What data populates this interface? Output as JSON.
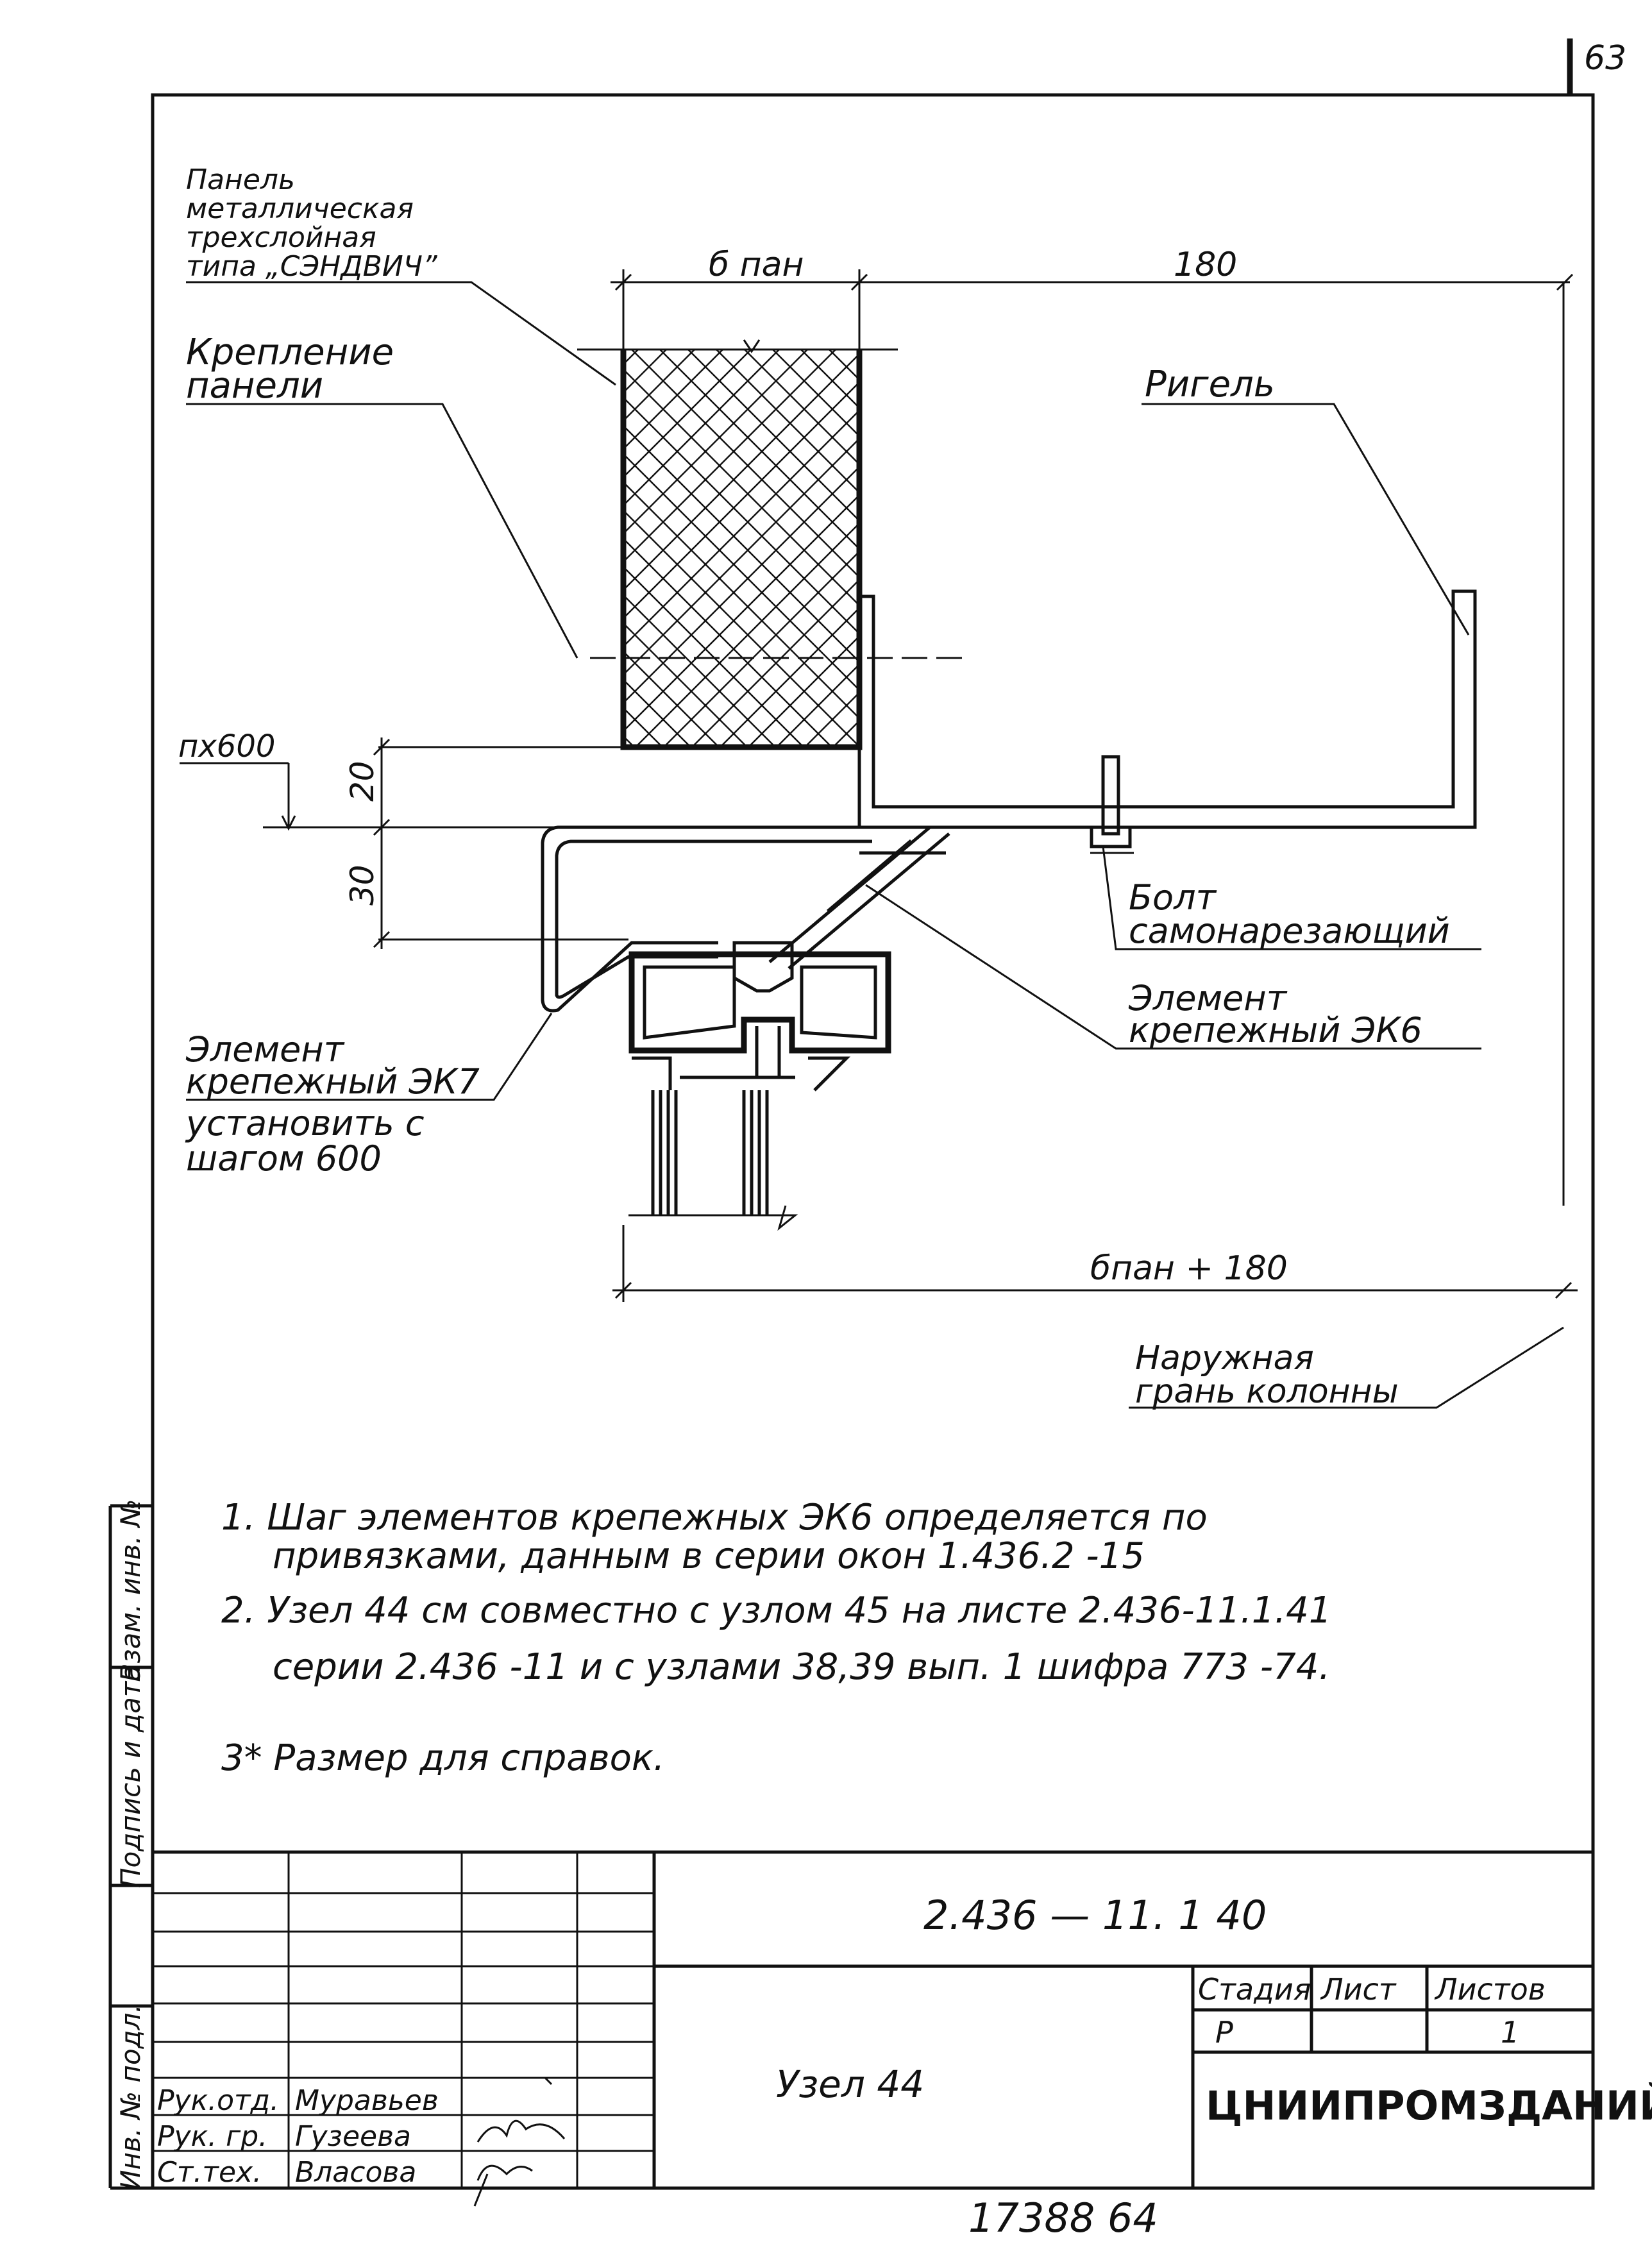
{
  "page": {
    "sheet_corner_number": "63",
    "bottom_number": "17388  64"
  },
  "labels": {
    "panel": [
      "Панель",
      "металлическая",
      "трехслойная",
      "типа „СЭНДВИЧ”"
    ],
    "panel_fastening": [
      "Крепление",
      "панели"
    ],
    "rigel": "Ригель",
    "bolt": [
      "Болт",
      "самонарезающий"
    ],
    "element_ek6": [
      "Элемент",
      "крепежный ЭК6"
    ],
    "element_ek7": [
      "Элемент",
      "крепежный ЭК7",
      "установить с",
      "шагом 600"
    ],
    "column_face": [
      "Наружная",
      "грань колонны"
    ]
  },
  "dimensions": {
    "b_pan": "б пан",
    "d180": "180",
    "b_pan_180": "бпан + 180",
    "nx600": "пх600",
    "d20": "20",
    "d30": "30"
  },
  "notes": {
    "n1_line1": "1.  Шаг элементов  крепежных ЭК6  определяется  по",
    "n1_line2": "привязками, данным  в  серии  окон  1.436.2 -15",
    "n2_line1": "2.  Узел 44   см  совместно  с  узлом 45 на листе  2.436-11.1.41",
    "n2_line2": "серии  2.436   -11  и  с  узлами 38,39 вып. 1 шифра 773 -74.",
    "n3": "3* Размер для справок."
  },
  "side_stamps": {
    "s1": "Взам. инв. №",
    "s2": "Подпись и дата",
    "s3": "Инв. № подл."
  },
  "title_block": {
    "code": "2.436 — 11. 1 40",
    "title": "Узел 44",
    "org": "ЦНИИПРОМЗДАНИЙ",
    "stage_label": "Стадия",
    "sheet_label": "Лист",
    "sheets_label": "Листов",
    "stage_value": "Р",
    "sheets_value": "1",
    "roles": [
      {
        "role": "Рук.отд.",
        "name": "Муравьев"
      },
      {
        "role": "Рук. гр.",
        "name": "Гузеева"
      },
      {
        "role": "Ст.тех.",
        "name": "Власова"
      }
    ]
  }
}
